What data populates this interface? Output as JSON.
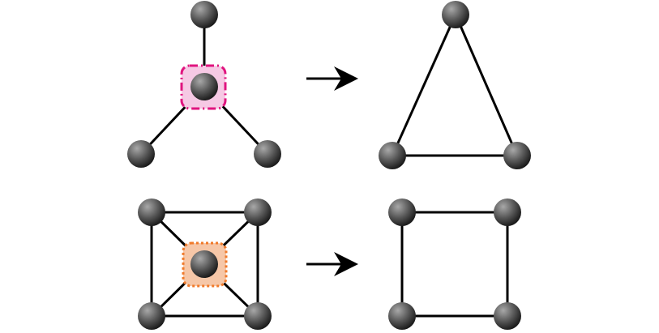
{
  "colors": {
    "edge": "#000000",
    "node_light": "#9a9a9a",
    "node_dark": "#1e1e1e",
    "highlight_pink_fill": "#f6c9e4",
    "highlight_pink_stroke": "#e0157f",
    "highlight_orange_fill": "#f6c7a8",
    "highlight_orange_stroke": "#f07a2a",
    "arrow": "#000000"
  },
  "rows": [
    {
      "name": "star-to-triangle",
      "left_graph": {
        "nodes": [
          "top",
          "center",
          "bottom-left",
          "bottom-right"
        ],
        "edges": [
          [
            "top",
            "center"
          ],
          [
            "center",
            "bottom-left"
          ],
          [
            "center",
            "bottom-right"
          ]
        ],
        "highlighted_node": "center",
        "highlight_style": "pink-dash-dot"
      },
      "right_graph": {
        "nodes": [
          "top",
          "bottom-left",
          "bottom-right"
        ],
        "edges": [
          [
            "top",
            "bottom-left"
          ],
          [
            "top",
            "bottom-right"
          ],
          [
            "bottom-left",
            "bottom-right"
          ]
        ]
      }
    },
    {
      "name": "wheel-to-square",
      "left_graph": {
        "nodes": [
          "top-left",
          "top-right",
          "bottom-left",
          "bottom-right",
          "center"
        ],
        "edges": [
          [
            "top-left",
            "top-right"
          ],
          [
            "top-right",
            "bottom-right"
          ],
          [
            "bottom-right",
            "bottom-left"
          ],
          [
            "bottom-left",
            "top-left"
          ],
          [
            "center",
            "top-left"
          ],
          [
            "center",
            "top-right"
          ],
          [
            "center",
            "bottom-left"
          ],
          [
            "center",
            "bottom-right"
          ]
        ],
        "highlighted_node": "center",
        "highlight_style": "orange-dotted"
      },
      "right_graph": {
        "nodes": [
          "top-left",
          "top-right",
          "bottom-left",
          "bottom-right"
        ],
        "edges": [
          [
            "top-left",
            "top-right"
          ],
          [
            "top-right",
            "bottom-right"
          ],
          [
            "bottom-right",
            "bottom-left"
          ],
          [
            "bottom-left",
            "top-left"
          ]
        ]
      }
    }
  ]
}
